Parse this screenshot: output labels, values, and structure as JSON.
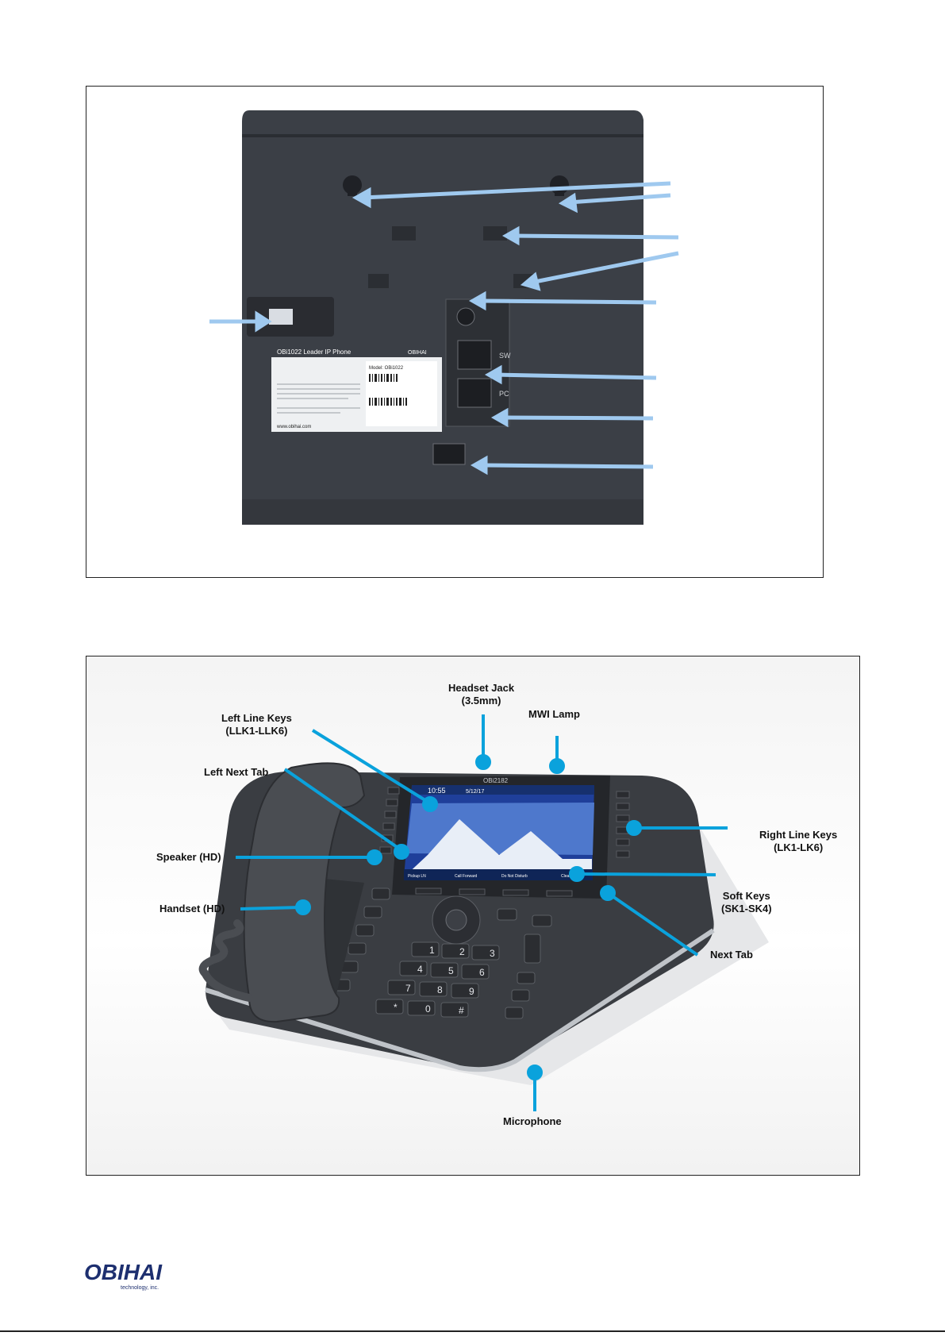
{
  "colors": {
    "callout_line": "#0aa2dc",
    "arrow_blue": "#9fc9ef",
    "phone_body": "#3a3d42",
    "brand": "#1d2f6f"
  },
  "rear_view": {
    "label_card": {
      "title": "OBi1022 Leader IP Phone",
      "brand": "OBIHAI",
      "model": "Model: OBi1022",
      "footer": "www.obihai.com"
    },
    "port_labels": {
      "sw": "SW",
      "pc": "PC"
    }
  },
  "front_view": {
    "screen": {
      "time": "10:55",
      "date": "5/12/17",
      "softkeys": [
        "Pickup LN",
        "Call Forward",
        "Do Not Disturb",
        "Clear"
      ]
    },
    "brand_on_phone": "OBi2182",
    "callouts": {
      "headset_jack": [
        "Headset Jack",
        "(3.5mm)"
      ],
      "mwi_lamp": [
        "MWI Lamp"
      ],
      "left_line_keys": [
        "Left Line Keys",
        "(LLK1-LLK6)"
      ],
      "left_next_tab": [
        "Left Next Tab"
      ],
      "right_line_keys": [
        "Right Line Keys",
        "(LK1-LK6)"
      ],
      "speaker": [
        "Speaker (HD)"
      ],
      "soft_keys": [
        "Soft Keys",
        "(SK1-SK4)"
      ],
      "handset": [
        "Handset (HD)"
      ],
      "next_tab": [
        "Next Tab"
      ],
      "microphone": [
        "Microphone"
      ]
    },
    "keypad": [
      "1",
      "2",
      "3",
      "4",
      "5",
      "6",
      "7",
      "8",
      "9",
      "*",
      "0",
      "#"
    ]
  },
  "footer": {
    "logo_text": "OBIHAI",
    "logo_tagline": "technology, inc."
  }
}
